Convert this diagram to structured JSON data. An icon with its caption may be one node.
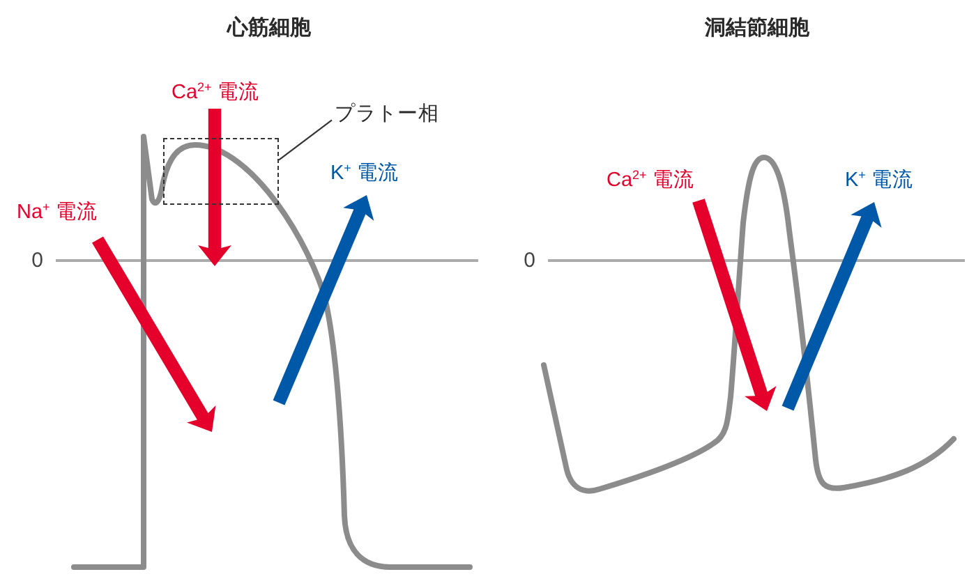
{
  "diagram": {
    "nodes": [
      {
        "text": [
          "プラトー相"
        ]
      },
      {
        "text": [],
        "shape": "box"
      }
    ],
    "edges": [
      {
        "from": 0,
        "to": 1,
        "arrow": "none"
      }
    ],
    "labels": [
      "心筋細胞",
      "洞結節細胞",
      "Ca$^{2+}$ 電流",
      "K$^{+}$ 電流",
      "Na$^{+}$ 電流",
      "0",
      "Ca$^{2+}$ 電流",
      "K$^{+}$ 電流",
      "0"
    ]
  }
}
